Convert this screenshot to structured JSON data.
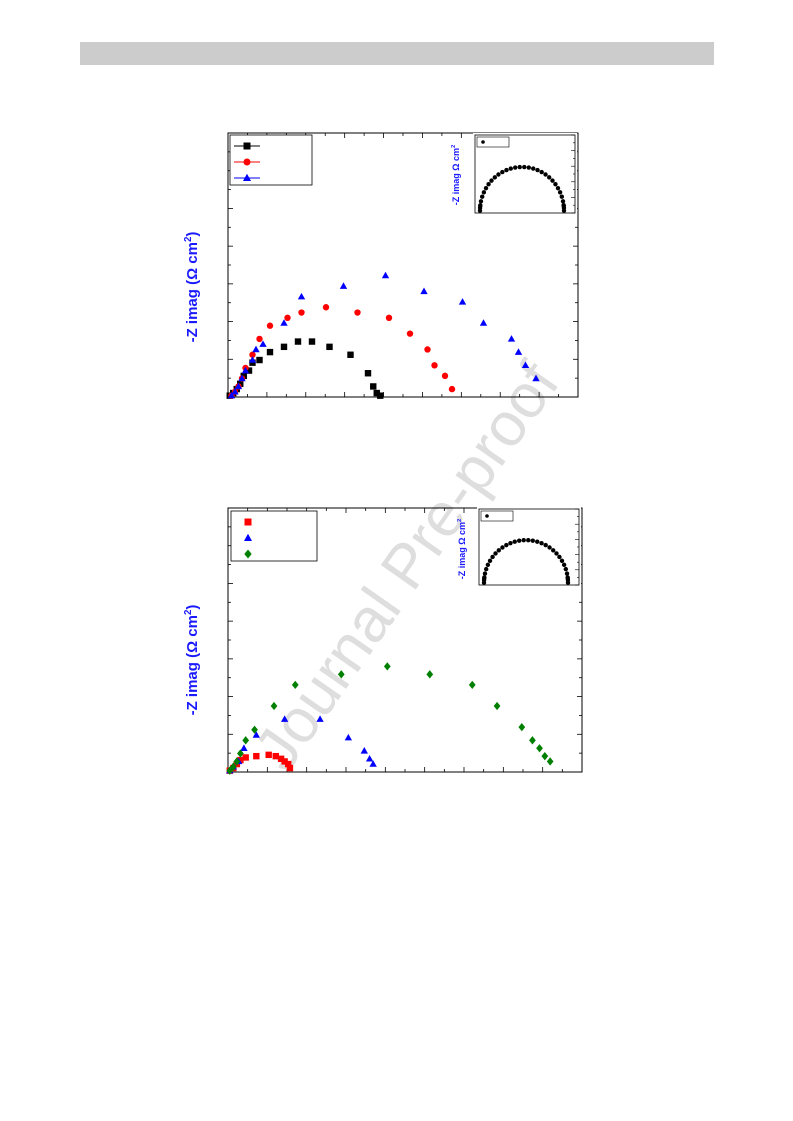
{
  "header_bar": {
    "color": "#cccccc"
  },
  "watermark": "Journal Pre-proof",
  "chart_data": [
    {
      "type": "scatter",
      "ylabel": "-Z imag (Ω cm2)",
      "ylabel_text": "-Z imag (Ω cm",
      "ylabel_sup_1": "2",
      "ylabel_close": ")",
      "xlim": [
        0,
        100
      ],
      "ylim": [
        0,
        100
      ],
      "legend": "top-left",
      "series": [
        {
          "marker": "square",
          "color": "#000000",
          "points": [
            [
              0.5,
              0.5
            ],
            [
              1.5,
              1.5
            ],
            [
              2.5,
              3
            ],
            [
              3.5,
              5
            ],
            [
              4.5,
              8
            ],
            [
              6,
              10
            ],
            [
              7,
              13
            ],
            [
              9,
              14
            ],
            [
              12,
              17
            ],
            [
              16,
              19
            ],
            [
              20,
              21
            ],
            [
              24,
              21
            ],
            [
              29,
              19
            ],
            [
              35,
              16
            ],
            [
              40,
              9
            ],
            [
              41.5,
              4
            ],
            [
              42.5,
              1.5
            ],
            [
              43.5,
              0.5
            ]
          ]
        },
        {
          "marker": "circle",
          "color": "#ff0000",
          "points": [
            [
              1,
              0.5
            ],
            [
              2,
              2
            ],
            [
              3,
              4
            ],
            [
              4,
              7
            ],
            [
              5,
              11
            ],
            [
              7,
              16
            ],
            [
              9,
              22
            ],
            [
              12,
              27
            ],
            [
              17,
              30
            ],
            [
              21,
              32
            ],
            [
              28,
              34
            ],
            [
              37,
              32
            ],
            [
              46,
              30
            ],
            [
              52,
              24
            ],
            [
              57,
              18
            ],
            [
              59,
              12
            ],
            [
              62,
              8
            ],
            [
              64,
              3
            ]
          ]
        },
        {
          "marker": "triangle",
          "color": "#0000ff",
          "points": [
            [
              1,
              0.5
            ],
            [
              2,
              2
            ],
            [
              3,
              4
            ],
            [
              4,
              7
            ],
            [
              5,
              10
            ],
            [
              7,
              14
            ],
            [
              8,
              18
            ],
            [
              10,
              20
            ],
            [
              16,
              28
            ],
            [
              21,
              38
            ],
            [
              33,
              42
            ],
            [
              45,
              46
            ],
            [
              56,
              40
            ],
            [
              67,
              36
            ],
            [
              73,
              28
            ],
            [
              81,
              22
            ],
            [
              83,
              17
            ],
            [
              85,
              12
            ],
            [
              88,
              7
            ]
          ]
        }
      ],
      "inset": {
        "ylabel_text": "-Z imag Ω cm",
        "ylabel_sup": "2",
        "series": [
          {
            "marker": "circle",
            "color": "#000000",
            "shape": "semicircle",
            "count": 30
          }
        ]
      }
    },
    {
      "type": "scatter",
      "ylabel": "-Z imag (Ω cm2)",
      "ylabel_text": "-Z imag (Ω cm",
      "ylabel_sup_1": "2",
      "ylabel_close": ")",
      "xlim": [
        0,
        100
      ],
      "ylim": [
        0,
        100
      ],
      "legend": "top-left",
      "series": [
        {
          "marker": "square",
          "color": "#ff0000",
          "points": [
            [
              0.5,
              0.5
            ],
            [
              1.5,
              1.5
            ],
            [
              2.5,
              3
            ],
            [
              3.5,
              4.5
            ],
            [
              5,
              5.5
            ],
            [
              8,
              6
            ],
            [
              11.5,
              6.5
            ],
            [
              13.5,
              6
            ],
            [
              15,
              5
            ],
            [
              16,
              4
            ],
            [
              17,
              3
            ],
            [
              17.5,
              1.5
            ]
          ]
        },
        {
          "marker": "triangle",
          "color": "#0000ff",
          "points": [
            [
              0.5,
              0.5
            ],
            [
              1.5,
              2
            ],
            [
              3,
              4
            ],
            [
              4.5,
              9
            ],
            [
              8,
              14
            ],
            [
              16,
              20
            ],
            [
              26,
              20
            ],
            [
              34,
              13
            ],
            [
              38.5,
              8
            ],
            [
              40,
              5
            ],
            [
              41,
              3
            ]
          ]
        },
        {
          "marker": "diamond",
          "color": "#008000",
          "points": [
            [
              0.5,
              0.5
            ],
            [
              1.5,
              2
            ],
            [
              2.5,
              4
            ],
            [
              3.5,
              7
            ],
            [
              5,
              12
            ],
            [
              7.5,
              16
            ],
            [
              13,
              25
            ],
            [
              19,
              33
            ],
            [
              32,
              37
            ],
            [
              45,
              40
            ],
            [
              57,
              37
            ],
            [
              69,
              33
            ],
            [
              76,
              25
            ],
            [
              83,
              17
            ],
            [
              86,
              12
            ],
            [
              88,
              9
            ],
            [
              89.5,
              6
            ],
            [
              91,
              4
            ]
          ]
        }
      ],
      "inset": {
        "ylabel_text": "-Z imag Ω cm",
        "ylabel_sup": "2",
        "series": [
          {
            "marker": "circle",
            "color": "#000000",
            "shape": "semicircle",
            "count": 30
          }
        ]
      }
    }
  ]
}
